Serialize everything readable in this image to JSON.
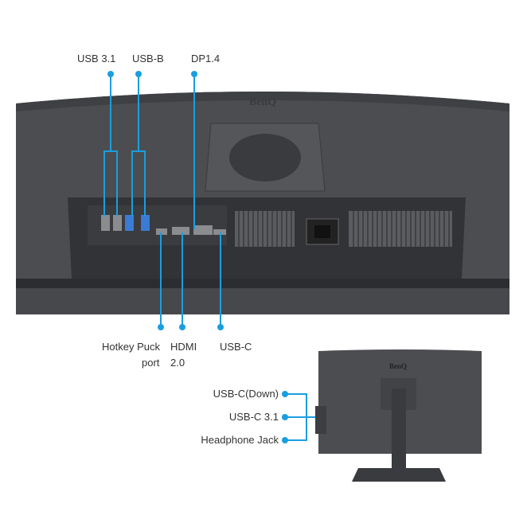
{
  "brand": "BenQ",
  "accent_color": "#1a9ee0",
  "top_labels": {
    "usb31": "USB 3.1",
    "usbb": "USB-B",
    "dp": "DP1.4"
  },
  "bottom_labels": {
    "hotkey_line1": "Hotkey Puck",
    "hotkey_line2": "port",
    "hdmi_line1": "HDMI",
    "hdmi_line2": "2.0",
    "usbc": "USB-C"
  },
  "side_labels": {
    "usbc_down": "USB-C(Down)",
    "usbc31": "USB-C 3.1",
    "headphone": "Headphone Jack"
  }
}
